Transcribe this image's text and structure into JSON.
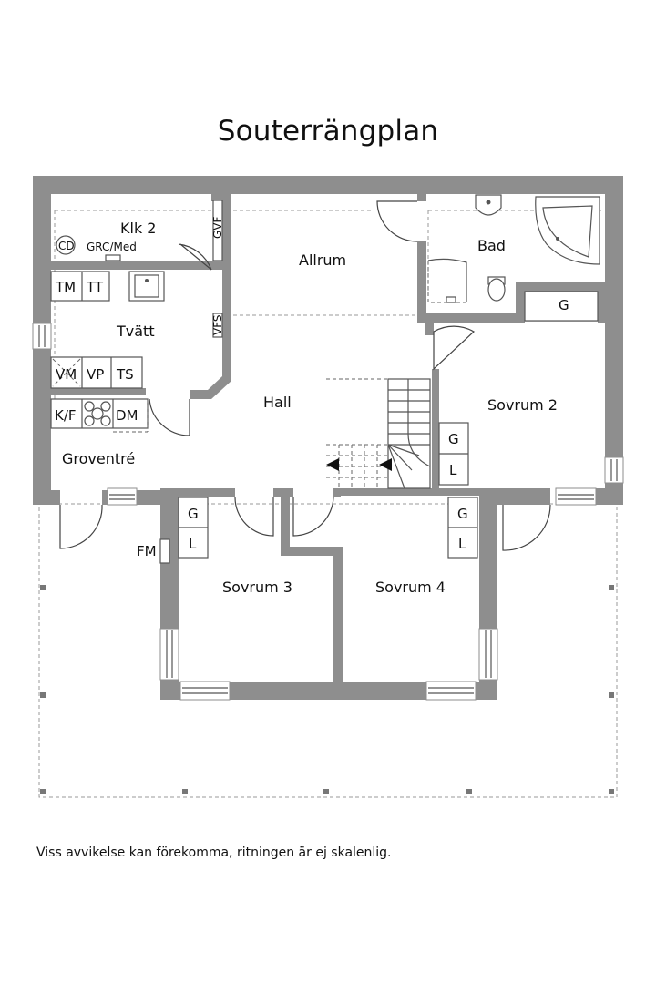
{
  "title": "Souterrängplan",
  "disclaimer": "Viss avvikelse kan förekomma, ritningen är ej skalenlig.",
  "rooms": {
    "klk2": "Klk 2",
    "allrum": "Allrum",
    "bad": "Bad",
    "tvatt": "Tvätt",
    "hall": "Hall",
    "sovrum2": "Sovrum 2",
    "groventre": "Groventré",
    "sovrum3": "Sovrum 3",
    "sovrum4": "Sovrum 4"
  },
  "fixtures": {
    "cd": "CD",
    "grc_med": "GRC/Med",
    "gvf": "GVF",
    "vfs": "VFS",
    "tm": "TM",
    "tt": "TT",
    "vm": "VM",
    "vp": "VP",
    "ts": "TS",
    "kf": "K/F",
    "dm": "DM",
    "fm": "FM",
    "g": "G",
    "l": "L"
  }
}
